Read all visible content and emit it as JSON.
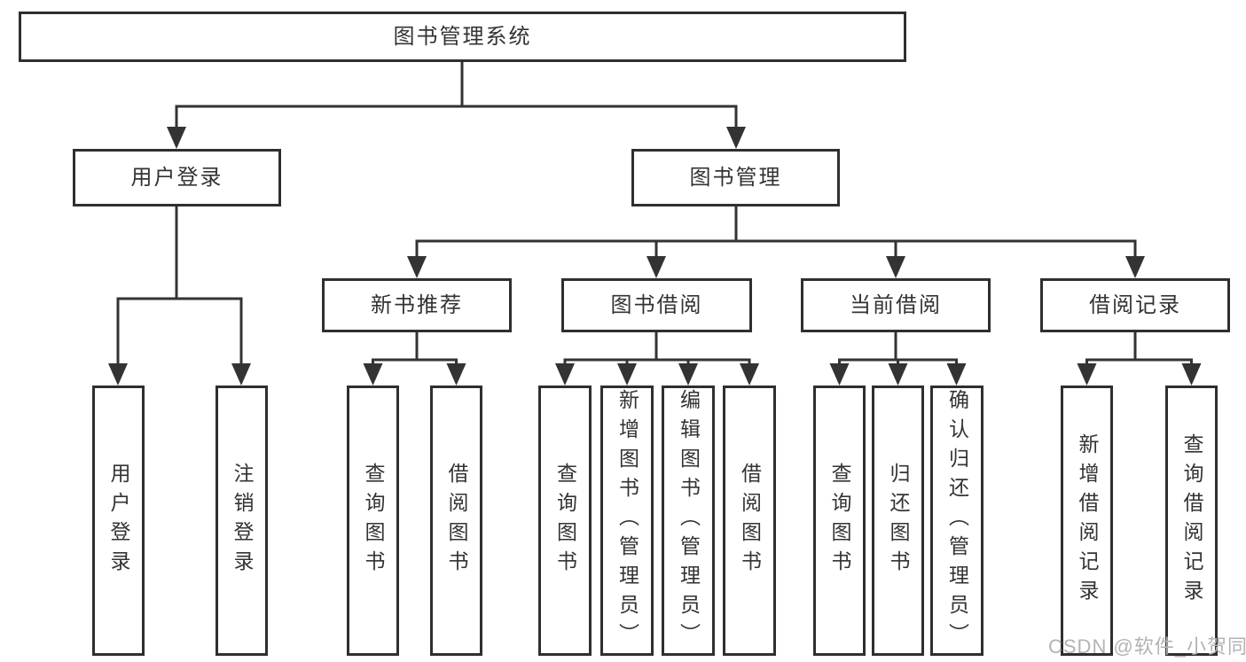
{
  "diagram": {
    "root": "图书管理系统",
    "level2": [
      "用户登录",
      "图书管理"
    ],
    "level3": [
      "新书推荐",
      "图书借阅",
      "当前借阅",
      "借阅记录"
    ],
    "leaves": {
      "user_login": [
        "用户登录",
        "注销登录"
      ],
      "new_book_recommend": [
        "查询图书",
        "借阅图书"
      ],
      "book_borrow": [
        "查询图书",
        "新增图书（管理员）",
        "编辑图书（管理员）",
        "借阅图书"
      ],
      "current_borrow": [
        "查询图书",
        "归还图书",
        "确认归还（管理员）"
      ],
      "borrow_records": [
        "新增借阅记录",
        "查询借阅记录"
      ]
    },
    "watermark": "CSDN @软件_小贺同学",
    "colors": {
      "line": "#333333",
      "box_border": "#2f2f2f",
      "text": "#333333",
      "watermark": "#b3b3b3",
      "background": "#ffffff"
    }
  }
}
